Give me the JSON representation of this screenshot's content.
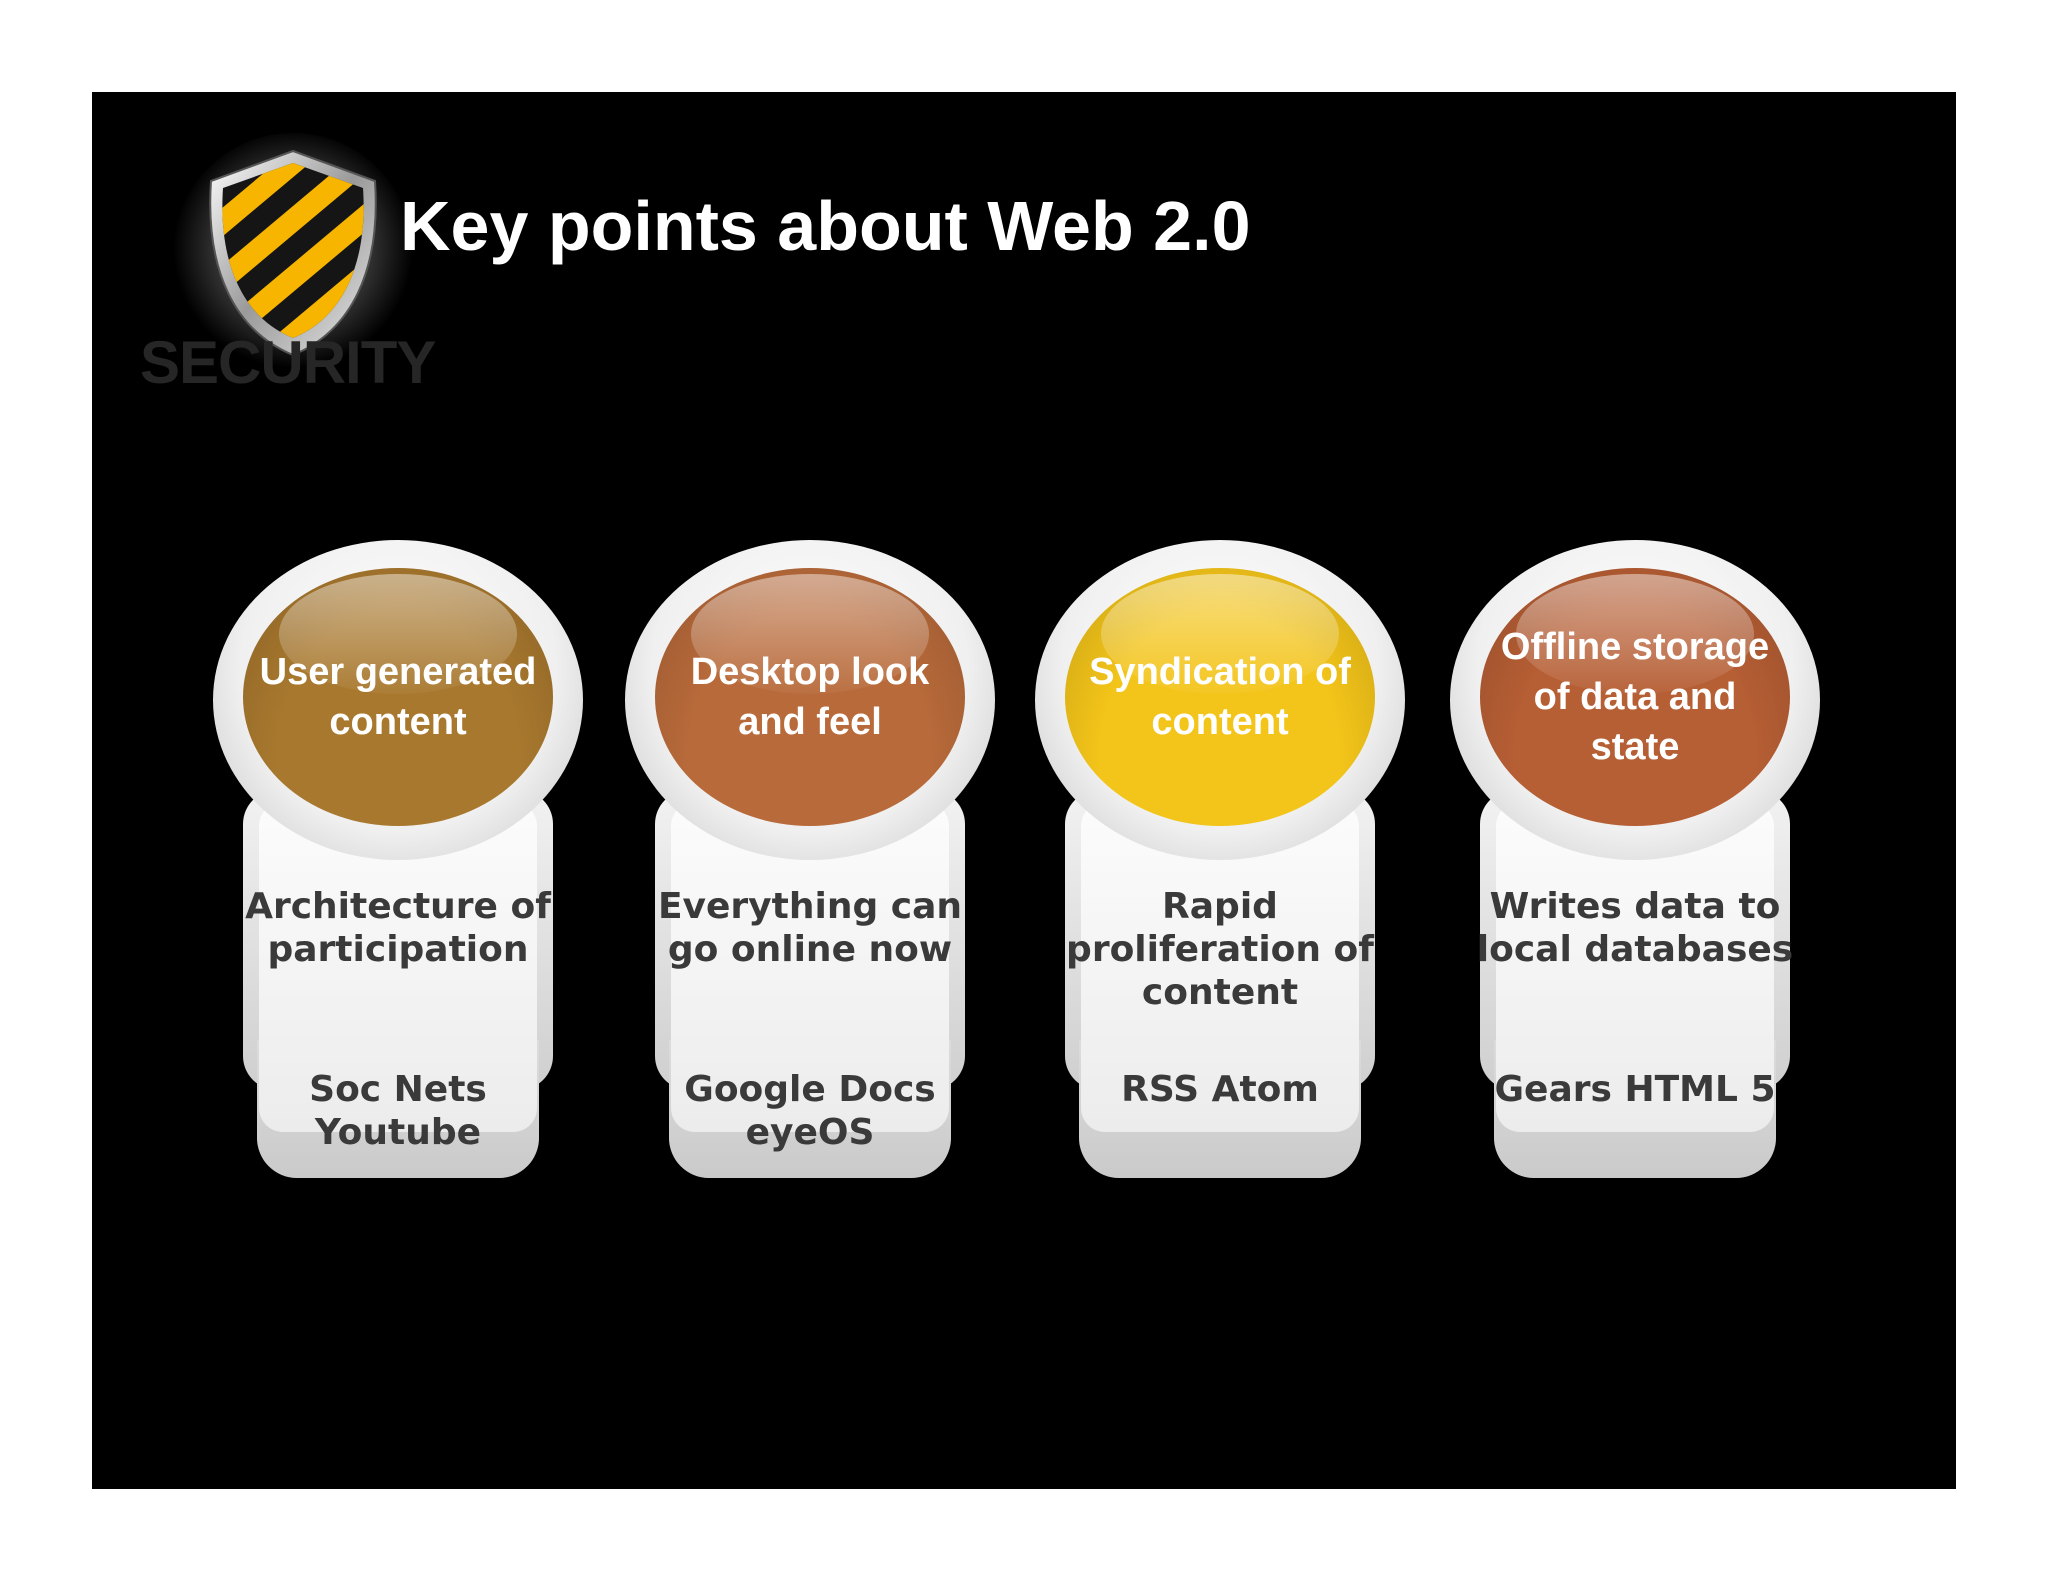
{
  "logo": {
    "word": "SECURITY",
    "icon": "shield-icon",
    "stripe_colors": [
      "#f7b500",
      "#111111"
    ]
  },
  "title": "Key points about Web 2.0",
  "cards": [
    {
      "heading": "User generated content",
      "description": "Architecture of participation",
      "examples": "Soc Nets Youtube",
      "color": "#a8782e"
    },
    {
      "heading": "Desktop look and feel",
      "description": "Everything can go online now",
      "examples": "Google Docs eyeOS",
      "color": "#b86a3a"
    },
    {
      "heading": "Syndication of content",
      "description": "Rapid proliferation of content",
      "examples": "RSS Atom",
      "color": "#f3c419"
    },
    {
      "heading": "Offline storage of data and state",
      "description": "Writes data to local databases",
      "examples": "Gears HTML 5",
      "color": "#b65e34"
    }
  ]
}
